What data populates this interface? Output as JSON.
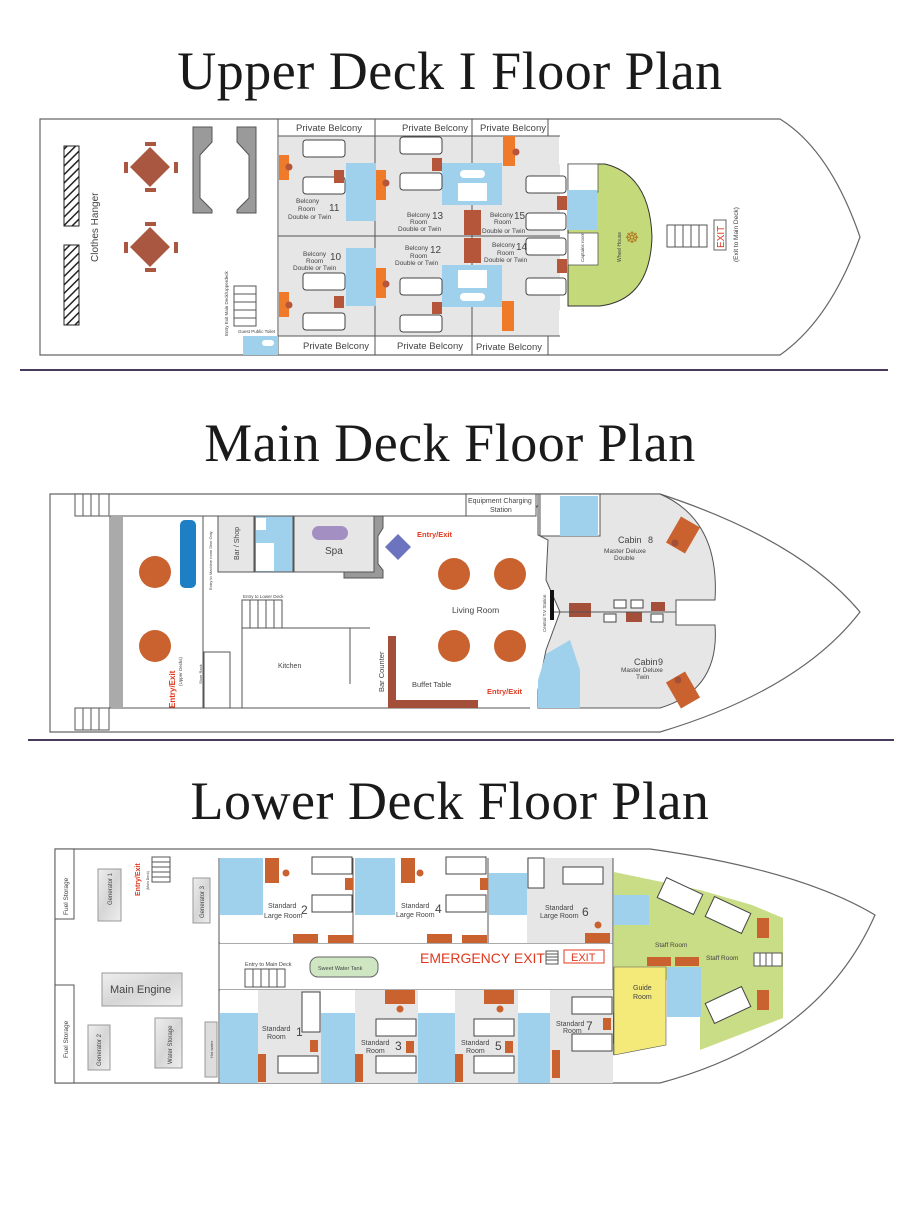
{
  "titles": {
    "upper": "Upper Deck I Floor Plan",
    "main": "Main Deck Floor Plan",
    "lower": "Lower Deck Floor Plan"
  },
  "colors": {
    "outline": "#555555",
    "floor_grey": "#e6e6e6",
    "bathroom_blue": "#9fd0ec",
    "furniture_brown": "#b5553a",
    "furniture_orange": "#ee7a2a",
    "wheelhouse_green": "#c4d97a",
    "staff_green": "#c9dc86",
    "guide_yellow": "#f4ea7a",
    "exit_red": "#e0391f",
    "separator": "#4a3a5e",
    "spa_purple": "#a48fc2",
    "diamond_blue": "#6c74c0",
    "fridge_blue": "#1f7fc4",
    "water_tank_green": "#cfe6c2"
  },
  "upper_deck": {
    "clothes_hanger": "Clothes Hanger",
    "private_balcony": "Private Belcony",
    "rooms": [
      {
        "number": "11",
        "type": "Belcony",
        "line2": "Room",
        "line3": "Double or Twin"
      },
      {
        "number": "10",
        "type": "Belcony",
        "line2": "Room",
        "line3": "Double or Twin"
      },
      {
        "number": "13",
        "type": "Belcony",
        "line2": "Room",
        "line3": "Double or Twin"
      },
      {
        "number": "12",
        "type": "Belcony",
        "line2": "Room",
        "line3": "Double or Twin"
      },
      {
        "number": "15",
        "type": "Belcony",
        "line2": "Room",
        "line3": "Double or Twin"
      },
      {
        "number": "14",
        "type": "Belcony",
        "line2": "Room",
        "line3": "Double or Twin"
      }
    ],
    "entry_exit_stairs": "Entry Exit Main Deck/Upperdeck",
    "guest_toilet": "Guest Public Toilet",
    "captains_room": "Captains room",
    "wheel_house": "Wheel House",
    "exit": "EXIT",
    "exit_note": "(Exit to Main Deck)"
  },
  "main_deck": {
    "bar_shop": "Bar / Shop",
    "spa": "Spa",
    "equipment_station_line1": "Equipment Charging",
    "equipment_station_line2": "Station",
    "entry_exit": "Entry/Exit",
    "entry_machine_room": "Entry to Machine room Dive Only",
    "entry_lower_deck": "Entry to Lower Deck",
    "kitchen": "Kitchen",
    "living_room": "Living Room",
    "bar_counter": "Bar Counter",
    "buffet_table": "Buffet Table",
    "upper_decks_note": "(Upper Decks)",
    "shoe_rack": "Shoe Rack",
    "central_tv": "Central T.V Station",
    "cabins": [
      {
        "label": "Cabin",
        "number": "8",
        "line2": "Master Deluxe",
        "line3": "Double"
      },
      {
        "label": "Cabin",
        "number": "9",
        "line2": "Master Deluxe",
        "line3": "Twin"
      }
    ]
  },
  "lower_deck": {
    "fuel_storage": "Fuel Storage",
    "generator_1": "Generator 1",
    "generator_2": "Generator 2",
    "generator_3": "Generator 3",
    "main_engine": "Main Engine",
    "water_storage": "Water Storage",
    "hot_water": "Hot water",
    "entry_exit": "Entry/Exit",
    "entry_exit_note": "(Main Deck)",
    "entry_main_deck": "Entry to Main Deck",
    "sweet_water_tank": "Sweet Water Tank",
    "emergency_exit": "EMERGENCY EXIT",
    "exit": "EXIT",
    "staff_room": "Staff Room",
    "guide_room_line1": "Guide",
    "guide_room_line2": "Room",
    "rooms": [
      {
        "number": "2",
        "line1": "Standard",
        "line2": "Large Room"
      },
      {
        "number": "4",
        "line1": "Standard",
        "line2": "Large Room"
      },
      {
        "number": "6",
        "line1": "Standard",
        "line2": "Large Room"
      },
      {
        "number": "1",
        "line1": "Standard",
        "line2": "Room"
      },
      {
        "number": "3",
        "line1": "Standard",
        "line2": "Room"
      },
      {
        "number": "5",
        "line1": "Standard",
        "line2": "Room"
      },
      {
        "number": "7",
        "line1": "Standard",
        "line2": "Room"
      }
    ]
  }
}
